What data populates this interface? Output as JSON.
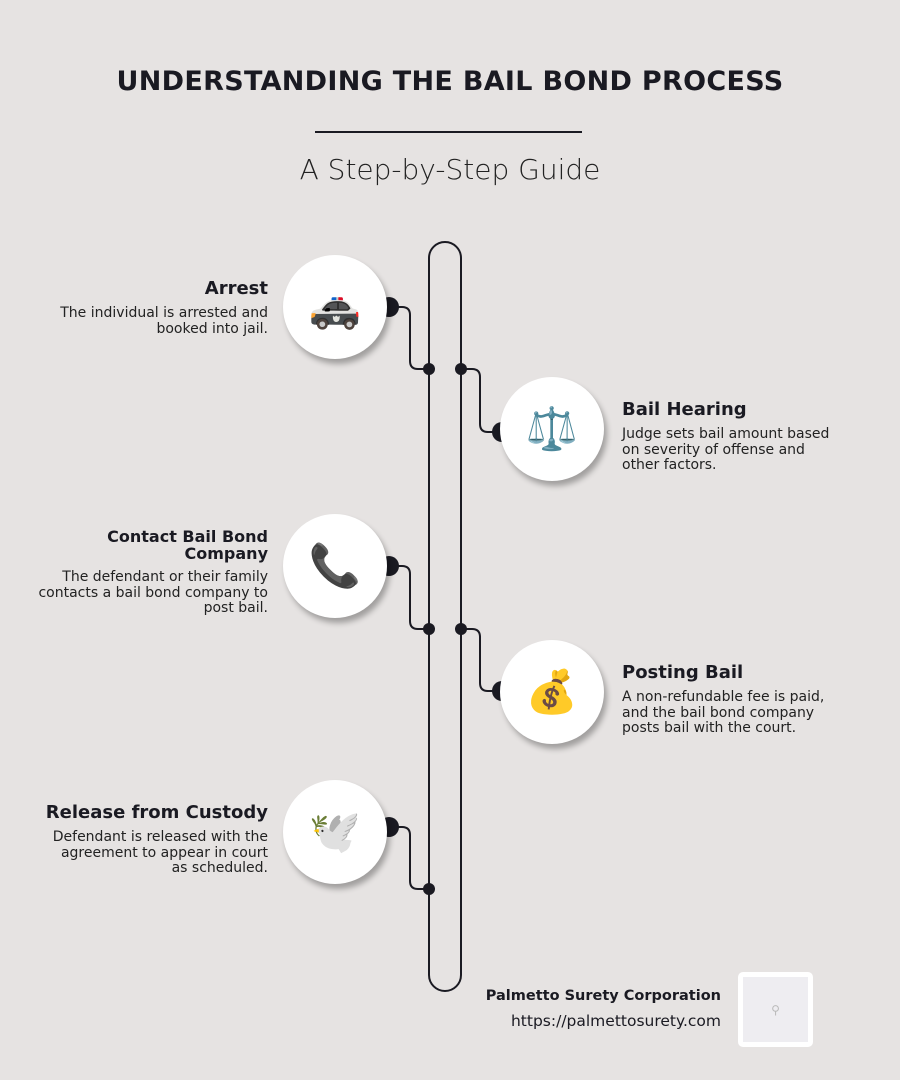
{
  "header": {
    "title": "UNDERSTANDING THE BAIL BOND PROCESS",
    "subtitle": "A Step-by-Step Guide"
  },
  "steps": [
    {
      "title": "Arrest",
      "description": "The individual is arrested and booked into jail.",
      "icon": "police-car-icon",
      "emoji": "🚓"
    },
    {
      "title": "Bail Hearing",
      "description": "Judge sets bail amount based on severity of offense and other factors.",
      "icon": "scales-icon",
      "emoji": "⚖️"
    },
    {
      "title": "Contact Bail Bond Company",
      "description": "The defendant or their family contacts a bail bond company to post bail.",
      "icon": "telephone-icon",
      "emoji": "📞"
    },
    {
      "title": "Posting Bail",
      "description": "A non-refundable fee is paid, and the bail bond company posts bail with the court.",
      "icon": "money-bag-icon",
      "emoji": "💰"
    },
    {
      "title": "Release from Custody",
      "description": "Defendant is released with the agreement to appear in court as scheduled.",
      "icon": "dove-icon",
      "emoji": "🕊️"
    }
  ],
  "footer": {
    "company": "Palmetto Surety Corporation",
    "url": "https://palmettosurety.com"
  },
  "colors": {
    "background": "#e6e3e2",
    "line": "#1a1a22"
  }
}
